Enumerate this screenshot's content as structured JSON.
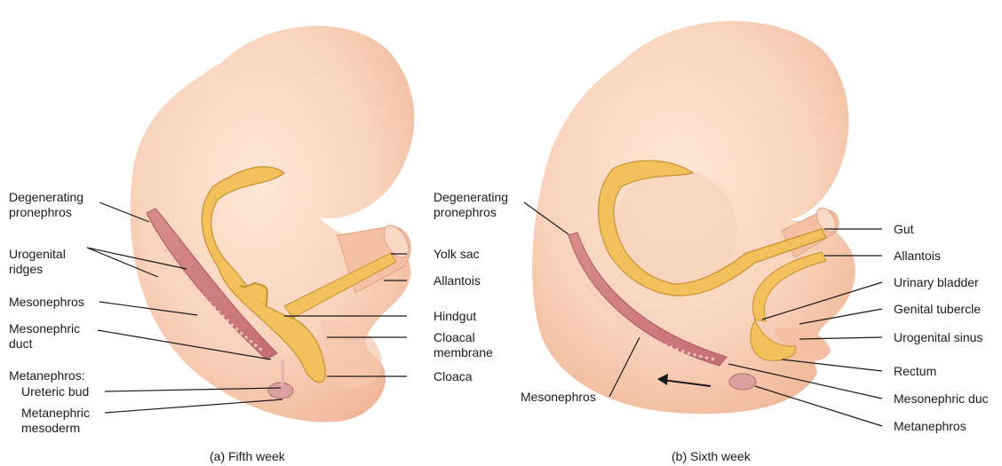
{
  "panels": [
    {
      "caption": "(a) Fifth week",
      "labels": {
        "degenerating_pronephros": [
          "Degenerating",
          "pronephros"
        ],
        "urogenital_ridges": [
          "Urogenital",
          "ridges"
        ],
        "mesonephros": "Mesonephros",
        "mesonephric_duct": [
          "Mesonephric",
          "duct"
        ],
        "metanephros": "Metanephros:",
        "ureteric_bud": "Ureteric bud",
        "metanephric_mesoderm": [
          "Metanephric",
          "mesoderm"
        ],
        "yolk_sac": "Yolk sac",
        "allantois": "Allantois",
        "hindgut": "Hindgut",
        "cloacal_membrane": [
          "Cloacal",
          "membrane"
        ],
        "cloaca": "Cloaca"
      }
    },
    {
      "caption": "(b) Sixth week",
      "labels": {
        "degenerating_pronephros": [
          "Degenerating",
          "pronephros"
        ],
        "mesonephros": "Mesonephros",
        "gut": "Gut",
        "allantois": "Allantois",
        "urinary_bladder": "Urinary bladder",
        "genital_tubercle": "Genital tubercle",
        "urogenital_sinus": "Urogenital sinus",
        "rectum": "Rectum",
        "mesonephric_duct": "Mesonephric duc",
        "metanephros": "Metanephros"
      }
    }
  ]
}
